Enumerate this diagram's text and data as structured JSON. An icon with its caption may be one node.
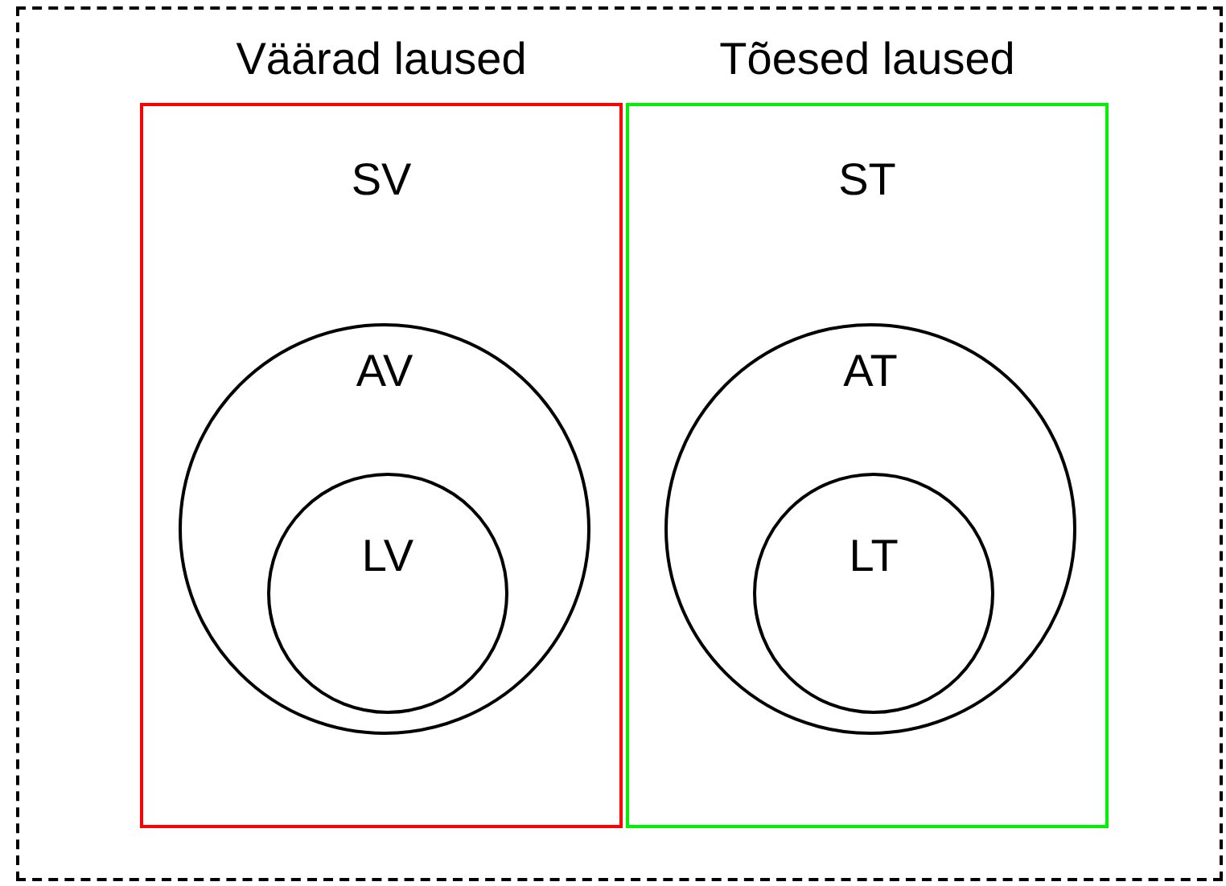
{
  "diagram": {
    "nodes": [
      {
        "text": [],
        "shape": "box"
      },
      {
        "text": [
          "Väärad laused",
          "SV"
        ],
        "in": 0
      },
      {
        "text": [
          "AV"
        ],
        "in": 1
      },
      {
        "text": [
          "LV"
        ],
        "in": 2
      },
      {
        "text": [
          "Tõesed laused",
          "ST"
        ],
        "in": 0
      },
      {
        "text": [
          "AT"
        ],
        "in": 4
      },
      {
        "text": [
          "LT"
        ],
        "in": 5
      }
    ]
  }
}
